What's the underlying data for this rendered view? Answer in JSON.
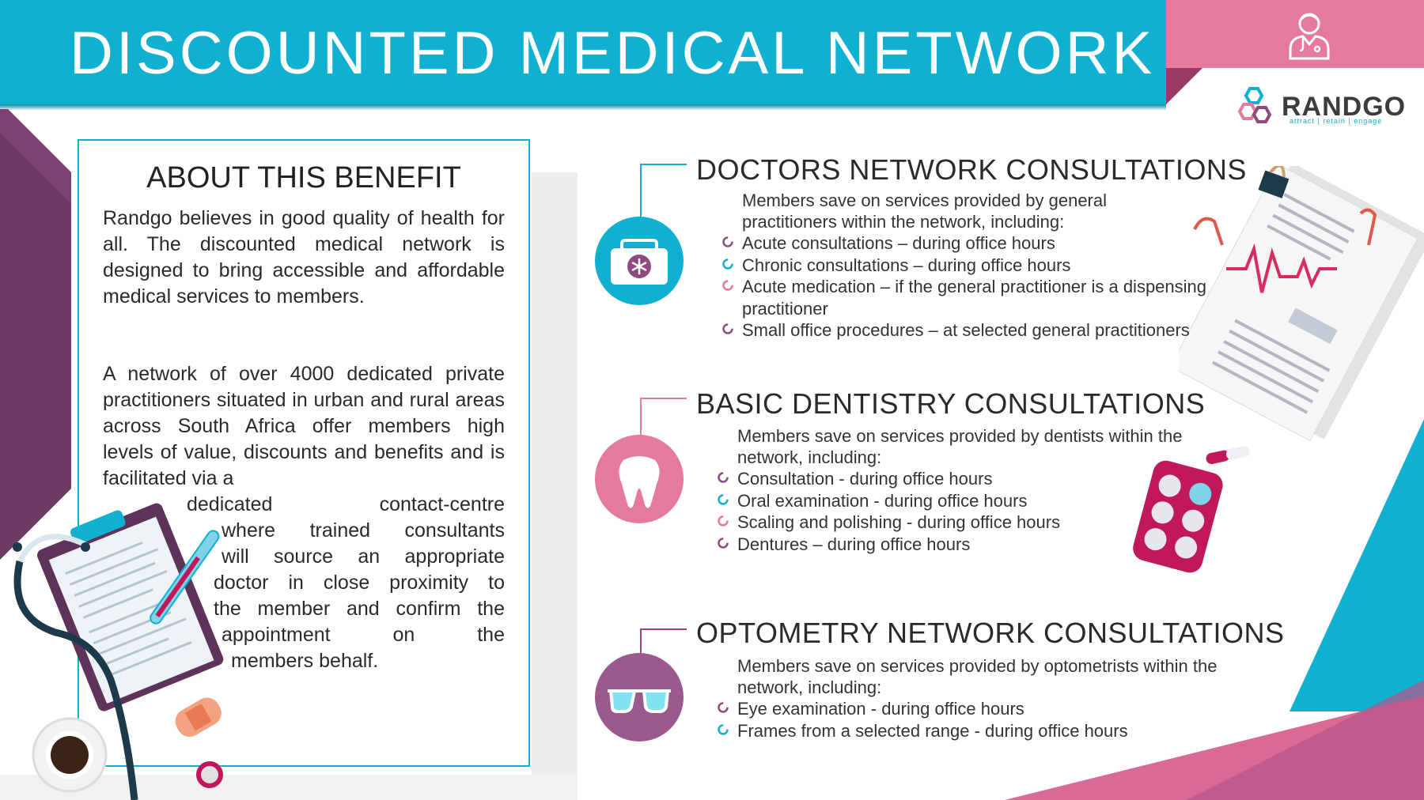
{
  "header": {
    "title": "DISCOUNTED MEDICAL NETWORK",
    "logo_name": "RANDGO",
    "logo_tagline": "attract | retain | engage"
  },
  "about": {
    "heading": "ABOUT THIS BENEFIT",
    "paragraph1": "Randgo believes in good quality of health for all. The discounted medical network is designed to bring accessible and affordable medical services to members.",
    "paragraph2": "A network of over 4000 dedicated private practitioners situated in urban and rural areas across South Africa offer members high levels of value, discounts and benefits and is facilitated via a",
    "paragraph3_lines": [
      "dedicated contact-centre",
      "where trained consultants",
      "will source an appropriate",
      "doctor in close proximity to",
      "the member and confirm the",
      "appointment on the",
      "members behalf."
    ]
  },
  "sections": [
    {
      "title": "DOCTORS NETWORK CONSULTATIONS",
      "icon": "medical-kit-icon",
      "description": "Members save on services provided by general practitioners within the network, including:",
      "items": [
        "Acute consultations – during office hours",
        "Chronic consultations – during office hours",
        "Acute medication – if the general practitioner is a dispensing practitioner",
        "Small office procedures – at selected general practitioners"
      ]
    },
    {
      "title": "BASIC DENTISTRY CONSULTATIONS",
      "icon": "tooth-icon",
      "description": "Members save on services provided by dentists within the network, including:",
      "items": [
        "Consultation - during office hours",
        "Oral examination - during office hours",
        "Scaling and polishing - during office hours",
        "Dentures – during office hours"
      ]
    },
    {
      "title": "OPTOMETRY NETWORK CONSULTATIONS",
      "icon": "glasses-icon",
      "description": "Members save on services provided by optometrists within the network, including:",
      "items": [
        "Eye examination - during office hours",
        "Frames from a selected range - during office hours"
      ]
    }
  ],
  "colors": {
    "teal": "#10b0d1",
    "pink": "#e57a9c",
    "purple": "#8e4a7f",
    "dark_purple": "#5e3359",
    "magenta": "#c0185a"
  }
}
